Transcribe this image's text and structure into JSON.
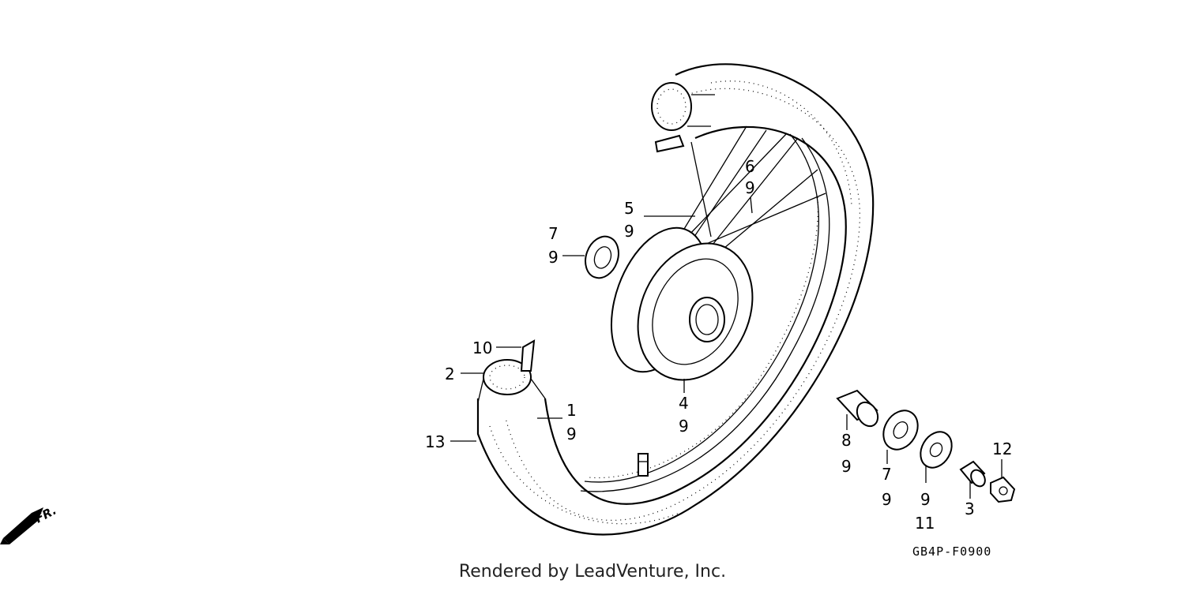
{
  "callouts": [
    {
      "id": "c1",
      "text": "1"
    },
    {
      "id": "c1q",
      "text": "9"
    },
    {
      "id": "c2",
      "text": "2"
    },
    {
      "id": "c3",
      "text": "3"
    },
    {
      "id": "c4",
      "text": "4"
    },
    {
      "id": "c4q",
      "text": "9"
    },
    {
      "id": "c5",
      "text": "5"
    },
    {
      "id": "c5q",
      "text": "9"
    },
    {
      "id": "c6",
      "text": "6"
    },
    {
      "id": "c6q",
      "text": "9"
    },
    {
      "id": "c7a",
      "text": "7"
    },
    {
      "id": "c7aq",
      "text": "9"
    },
    {
      "id": "c7b",
      "text": "7"
    },
    {
      "id": "c7bq",
      "text": "9"
    },
    {
      "id": "c8",
      "text": "8"
    },
    {
      "id": "c8q",
      "text": "9"
    },
    {
      "id": "c9",
      "text": "9"
    },
    {
      "id": "c13",
      "text": "13"
    },
    {
      "id": "c10",
      "text": "10"
    },
    {
      "id": "c11",
      "text": "11"
    },
    {
      "id": "c12",
      "text": "12"
    }
  ],
  "direction_label": "FR.",
  "reference_code": "GB4P-F0900",
  "credit": "Rendered by LeadVenture, Inc.",
  "icons": {
    "direction": "arrow-down-left-icon"
  }
}
